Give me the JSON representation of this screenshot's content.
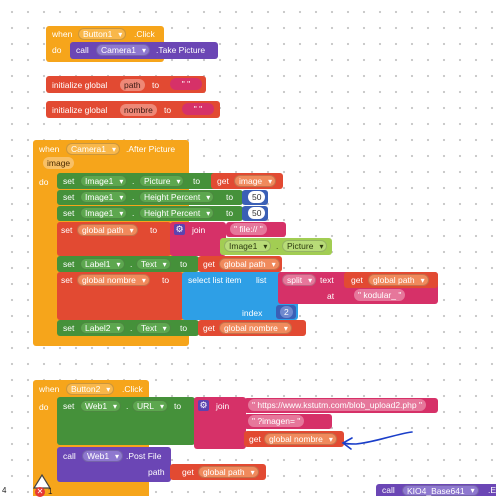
{
  "kw": {
    "when": "when",
    "do": "do",
    "call": "call",
    "set": "set",
    "to": "to",
    "get": "get",
    "join": "join",
    "at": "at",
    "index": "index",
    "text": "text",
    "list": "list",
    "path": "path",
    "image": "image",
    "initialize_global": "initialize global",
    "select_list_item": "select list item",
    "split": "split"
  },
  "block1": {
    "component": "Button1",
    "event": ".Click",
    "call_component": "Camera1",
    "method": ".Take Picture"
  },
  "init_path": {
    "name": "path",
    "value": "\" \""
  },
  "init_nombre": {
    "name": "nombre",
    "value": "\" \""
  },
  "block2": {
    "component": "Camera1",
    "event": ".After Picture",
    "param": "image",
    "row1": {
      "component": "Image1",
      "property": "Picture",
      "get": "image"
    },
    "row2": {
      "component": "Image1",
      "property": "Height Percent",
      "value": "50"
    },
    "row3": {
      "component": "Image1",
      "property": "Height Percent",
      "value": "50"
    },
    "row4": {
      "var": "global path",
      "str1": "\" file:// \"",
      "component": "Image1",
      "property": "Picture"
    },
    "row5": {
      "component": "Label1",
      "property": "Text",
      "get": "global path"
    },
    "row6": {
      "var": "global nombre",
      "get": "global path",
      "sep": "\" kodular_ \"",
      "index": "2"
    },
    "row7": {
      "component": "Label2",
      "property": "Text",
      "get": "global nombre"
    }
  },
  "block3": {
    "component": "Button2",
    "event": ".Click",
    "row1": {
      "component": "Web1",
      "property": "URL",
      "str1": "\" https://www.kstutm.com/blob_upload2.php \"",
      "str2": "\" ?imagen= \"",
      "get": "global nombre"
    },
    "row2": {
      "component": "Web1",
      "method": ".Post File",
      "get": "global path"
    }
  },
  "bottom": {
    "call_component": "KIO4_Base641",
    "method": ".E"
  },
  "status": {
    "warnings": "4",
    "errors": "1"
  },
  "colors": {
    "event": "#f6a51b",
    "component": "#6b46b5",
    "variable": "#e24a32",
    "setter": "#45913a",
    "list": "#2e9fe6",
    "text": "#d63168",
    "getter": "#a2cd53",
    "math": "#3a5fb6",
    "annotation": "#1a3ec9"
  }
}
